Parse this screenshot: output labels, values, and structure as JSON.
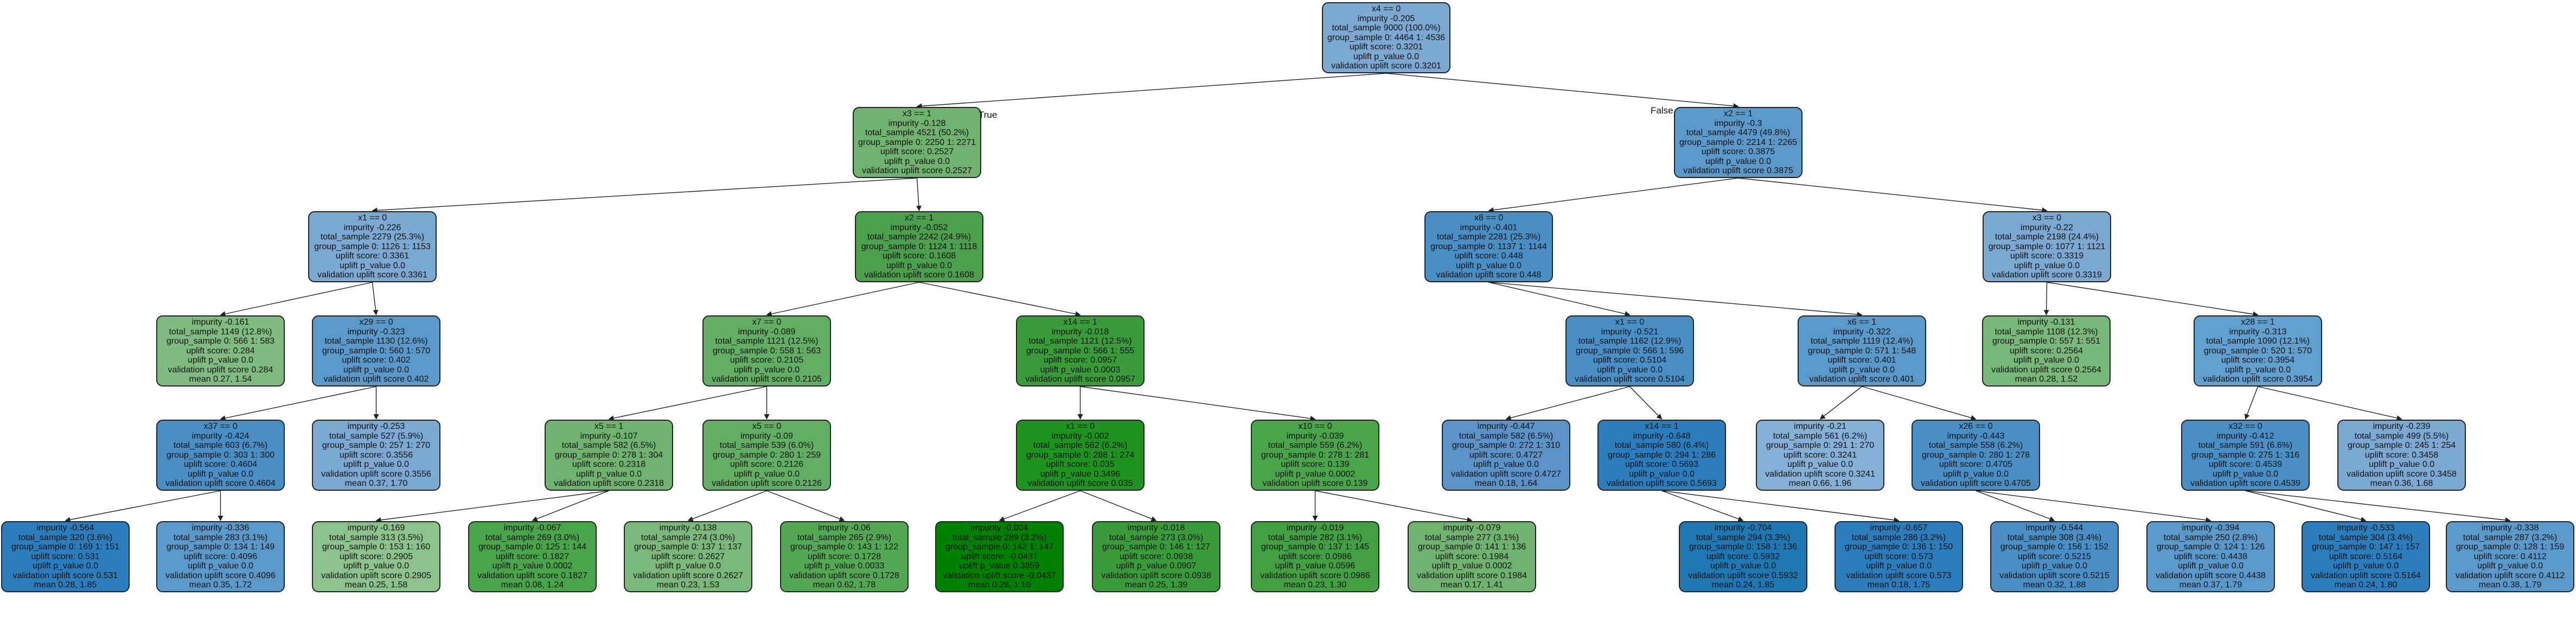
{
  "edge_labels": {
    "true": "True",
    "false": "False"
  },
  "nodes": [
    {
      "id": "n0",
      "color": "#7ba9d2",
      "lines": [
        "x4 == 0",
        "impurity -0.205",
        "total_sample 9000 (100.0%)",
        "group_sample  0: 4464 1: 4536",
        "uplift score: 0.3201",
        "uplift p_value 0.0",
        "validation uplift score 0.3201"
      ]
    },
    {
      "id": "n1",
      "color": "#6fb36f",
      "lines": [
        "x3 == 1",
        "impurity -0.128",
        "total_sample 4521 (50.2%)",
        "group_sample  0: 2250 1: 2271",
        "uplift score: 0.2527",
        "uplift p_value 0.0",
        "validation uplift score 0.2527"
      ]
    },
    {
      "id": "n2",
      "color": "#5b99cb",
      "lines": [
        "x2 == 1",
        "impurity -0.3",
        "total_sample 4479 (49.8%)",
        "group_sample  0: 2214 1: 2265",
        "uplift score: 0.3875",
        "uplift p_value 0.0",
        "validation uplift score 0.3875"
      ]
    },
    {
      "id": "n3",
      "color": "#7ba9d2",
      "lines": [
        "x1 == 0",
        "impurity -0.226",
        "total_sample 2279 (25.3%)",
        "group_sample  0: 1126 1: 1153",
        "uplift score: 0.3361",
        "uplift p_value 0.0",
        "validation uplift score 0.3361"
      ]
    },
    {
      "id": "n4",
      "color": "#4c9f4c",
      "lines": [
        "x2 == 1",
        "impurity -0.052",
        "total_sample 2242 (24.9%)",
        "group_sample  0: 1124 1: 1118",
        "uplift score: 0.1608",
        "uplift p_value 0.0",
        "validation uplift score 0.1608"
      ]
    },
    {
      "id": "n5",
      "color": "#4a8ec6",
      "lines": [
        "x8 == 0",
        "impurity -0.401",
        "total_sample 2281 (25.3%)",
        "group_sample  0: 1137 1: 1144",
        "uplift score: 0.448",
        "uplift p_value 0.0",
        "validation uplift score 0.448"
      ]
    },
    {
      "id": "n6",
      "color": "#7ba9d2",
      "lines": [
        "x3 == 0",
        "impurity -0.22",
        "total_sample 2198 (24.4%)",
        "group_sample  0: 1077 1: 1121",
        "uplift score: 0.3319",
        "uplift p_value 0.0",
        "validation uplift score 0.3319"
      ]
    },
    {
      "id": "n7",
      "color": "#80bc80",
      "lines": [
        "impurity -0.161",
        "total_sample 1149 (12.8%)",
        "group_sample  0: 566 1: 583",
        "uplift score: 0.284",
        "uplift p_value 0.0",
        "validation uplift score 0.284",
        "mean 0.27, 1.54"
      ]
    },
    {
      "id": "n8",
      "color": "#5b99cb",
      "lines": [
        "x29 == 0",
        "impurity -0.323",
        "total_sample 1130 (12.6%)",
        "group_sample  0: 560 1: 570",
        "uplift score: 0.402",
        "uplift p_value 0.0",
        "validation uplift score 0.402"
      ]
    },
    {
      "id": "n9",
      "color": "#62ae62",
      "lines": [
        "x7 == 0",
        "impurity -0.089",
        "total_sample 1121 (12.5%)",
        "group_sample  0: 558 1: 563",
        "uplift score: 0.2105",
        "uplift p_value 0.0",
        "validation uplift score 0.2105"
      ]
    },
    {
      "id": "n10",
      "color": "#3a9b3a",
      "lines": [
        "x14 == 1",
        "impurity -0.018",
        "total_sample 1121 (12.5%)",
        "group_sample  0: 566 1: 555",
        "uplift score: 0.0957",
        "uplift p_value 0.0003",
        "validation uplift score 0.0957"
      ]
    },
    {
      "id": "n11",
      "color": "#4a8ec6",
      "lines": [
        "x1 == 0",
        "impurity -0.521",
        "total_sample 1162 (12.9%)",
        "group_sample  0: 566 1: 596",
        "uplift score: 0.5104",
        "uplift p_value 0.0",
        "validation uplift score 0.5104"
      ]
    },
    {
      "id": "n12",
      "color": "#5b99cb",
      "lines": [
        "x6 == 1",
        "impurity -0.322",
        "total_sample 1119 (12.4%)",
        "group_sample  0: 571 1: 548",
        "uplift score: 0.401",
        "uplift p_value 0.0",
        "validation uplift score 0.401"
      ]
    },
    {
      "id": "n13",
      "color": "#78b878",
      "lines": [
        "impurity -0.131",
        "total_sample 1108 (12.3%)",
        "group_sample  0: 557 1: 551",
        "uplift score: 0.2564",
        "uplift p_value 0.0",
        "validation uplift score 0.2564",
        "mean 0.28, 1.52"
      ]
    },
    {
      "id": "n14",
      "color": "#62a0cf",
      "lines": [
        "x28 == 1",
        "impurity -0.313",
        "total_sample 1090 (12.1%)",
        "group_sample  0: 520 1: 570",
        "uplift score: 0.3954",
        "uplift p_value 0.0",
        "validation uplift score 0.3954"
      ]
    },
    {
      "id": "n15",
      "color": "#4a8ec6",
      "lines": [
        "x37 == 0",
        "impurity -0.424",
        "total_sample 603 (6.7%)",
        "group_sample  0: 303 1: 300",
        "uplift score: 0.4604",
        "uplift p_value 0.0",
        "validation uplift score 0.4604"
      ]
    },
    {
      "id": "n16",
      "color": "#7ba9d2",
      "lines": [
        "impurity -0.253",
        "total_sample 527 (5.9%)",
        "group_sample  0: 257 1: 270",
        "uplift score: 0.3556",
        "uplift p_value 0.0",
        "validation uplift score 0.3556",
        "mean 0.37, 1.70"
      ]
    },
    {
      "id": "n17",
      "color": "#6fb36f",
      "lines": [
        "x5 == 1",
        "impurity -0.107",
        "total_sample 582 (6.5%)",
        "group_sample  0: 278 1: 304",
        "uplift score: 0.2318",
        "uplift p_value 0.0",
        "validation uplift score 0.2318"
      ]
    },
    {
      "id": "n18",
      "color": "#62ae62",
      "lines": [
        "x5 == 0",
        "impurity -0.09",
        "total_sample 539 (6.0%)",
        "group_sample  0: 280 1: 259",
        "uplift score: 0.2126",
        "uplift p_value 0.0",
        "validation uplift score 0.2126"
      ]
    },
    {
      "id": "n19",
      "color": "#1f931f",
      "lines": [
        "x1 == 0",
        "impurity -0.002",
        "total_sample 562 (6.2%)",
        "group_sample  0: 288 1: 274",
        "uplift score: 0.035",
        "uplift p_value 0.3496",
        "validation uplift score 0.035"
      ]
    },
    {
      "id": "n20",
      "color": "#4aa44a",
      "lines": [
        "x10 == 0",
        "impurity -0.039",
        "total_sample 559 (6.2%)",
        "group_sample  0: 278 1: 281",
        "uplift score: 0.139",
        "uplift p_value 0.0002",
        "validation uplift score 0.139"
      ]
    },
    {
      "id": "n21",
      "color": "#5b93c8",
      "lines": [
        "impurity -0.447",
        "total_sample 582 (6.5%)",
        "group_sample  0: 272 1: 310",
        "uplift score: 0.4727",
        "uplift p_value 0.0",
        "validation uplift score 0.4727",
        "mean 0.18, 1.64"
      ]
    },
    {
      "id": "n22",
      "color": "#2b7dbd",
      "lines": [
        "x14 == 1",
        "impurity -0.648",
        "total_sample 580 (6.4%)",
        "group_sample  0: 294 1: 286",
        "uplift score: 0.5693",
        "uplift p_value 0.0",
        "validation uplift score 0.5693"
      ]
    },
    {
      "id": "n23",
      "color": "#86b1d6",
      "lines": [
        "impurity -0.21",
        "total_sample 561 (6.2%)",
        "group_sample  0: 291 1: 270",
        "uplift score: 0.3241",
        "uplift p_value 0.0",
        "validation uplift score 0.3241",
        "mean 0.66, 1.96"
      ]
    },
    {
      "id": "n24",
      "color": "#4a8ec6",
      "lines": [
        "x26 == 0",
        "impurity -0.443",
        "total_sample 558 (6.2%)",
        "group_sample  0: 280 1: 278",
        "uplift score: 0.4705",
        "uplift p_value 0.0",
        "validation uplift score 0.4705"
      ]
    },
    {
      "id": "n25",
      "color": "#4a8ec6",
      "lines": [
        "x32 == 0",
        "impurity -0.412",
        "total_sample 591 (6.6%)",
        "group_sample  0: 275 1: 316",
        "uplift score: 0.4539",
        "uplift p_value 0.0",
        "validation uplift score 0.4539"
      ]
    },
    {
      "id": "n26",
      "color": "#7ba9d2",
      "lines": [
        "impurity -0.239",
        "total_sample 499 (5.5%)",
        "group_sample  0: 245 1: 254",
        "uplift score: 0.3458",
        "uplift p_value 0.0",
        "validation uplift score 0.3458",
        "mean 0.36, 1.68"
      ]
    },
    {
      "id": "n27",
      "color": "#2b7dbd",
      "lines": [
        "impurity -0.564",
        "total_sample 320 (3.6%)",
        "group_sample  0: 169 1: 151",
        "uplift score: 0.531",
        "uplift p_value 0.0",
        "validation uplift score 0.531",
        "mean 0.28, 1.85"
      ]
    },
    {
      "id": "n28",
      "color": "#5b99cb",
      "lines": [
        "impurity -0.336",
        "total_sample 283 (3.1%)",
        "group_sample  0: 134 1: 149",
        "uplift score: 0.4096",
        "uplift p_value 0.0",
        "validation uplift score 0.4096",
        "mean 0.35, 1.72"
      ]
    },
    {
      "id": "n29",
      "color": "#8cc38c",
      "lines": [
        "impurity -0.169",
        "total_sample 313 (3.5%)",
        "group_sample  0: 153 1: 160",
        "uplift score: 0.2905",
        "uplift p_value 0.0",
        "validation uplift score 0.2905",
        "mean 0.25, 1.58"
      ]
    },
    {
      "id": "n30",
      "color": "#4aa44a",
      "lines": [
        "impurity -0.067",
        "total_sample 269 (3.0%)",
        "group_sample  0: 125 1: 144",
        "uplift score: 0.1827",
        "uplift p_value 0.0002",
        "validation uplift score 0.1827",
        "mean 0.08, 1.24"
      ]
    },
    {
      "id": "n31",
      "color": "#7ab97a",
      "lines": [
        "impurity -0.138",
        "total_sample 274 (3.0%)",
        "group_sample  0: 137 1: 137",
        "uplift score: 0.2627",
        "uplift p_value 0.0",
        "validation uplift score 0.2627",
        "mean 0.23, 1.53"
      ]
    },
    {
      "id": "n32",
      "color": "#54a854",
      "lines": [
        "impurity -0.06",
        "total_sample 265 (2.9%)",
        "group_sample  0: 143 1: 122",
        "uplift score: 0.1728",
        "uplift p_value 0.0033",
        "validation uplift score 0.1728",
        "mean 0.62, 1.78"
      ]
    },
    {
      "id": "n33",
      "color": "#008000",
      "lines": [
        "impurity -0.004",
        "total_sample 289 (3.2%)",
        "group_sample  0: 142 1: 147",
        "uplift score: -0.0437",
        "uplift p_value 0.3859",
        "validation uplift score -0.0437",
        "mean 0.28, 1.10"
      ]
    },
    {
      "id": "n34",
      "color": "#3a9b3a",
      "lines": [
        "impurity -0.018",
        "total_sample 273 (3.0%)",
        "group_sample  0: 146 1: 127",
        "uplift score: 0.0938",
        "uplift p_value 0.0907",
        "validation uplift score 0.0938",
        "mean 0.25, 1.39"
      ]
    },
    {
      "id": "n35",
      "color": "#42a042",
      "lines": [
        "impurity -0.019",
        "total_sample 282 (3.1%)",
        "group_sample  0: 137 1: 145",
        "uplift score: 0.0986",
        "uplift p_value 0.0596",
        "validation uplift score 0.0986",
        "mean 0.23, 1.30"
      ]
    },
    {
      "id": "n36",
      "color": "#6fb36f",
      "lines": [
        "impurity -0.079",
        "total_sample 277 (3.1%)",
        "group_sample  0: 141 1: 136",
        "uplift score: 0.1984",
        "uplift p_value 0.0002",
        "validation uplift score 0.1984",
        "mean 0.17, 1.41"
      ]
    },
    {
      "id": "n37",
      "color": "#1f77b4",
      "lines": [
        "impurity -0.704",
        "total_sample 294 (3.3%)",
        "group_sample  0: 158 1: 136",
        "uplift score: 0.5932",
        "uplift p_value 0.0",
        "validation uplift score 0.5932",
        "mean 0.24, 1.85"
      ]
    },
    {
      "id": "n38",
      "color": "#2b7dbd",
      "lines": [
        "impurity -0.657",
        "total_sample 286 (3.2%)",
        "group_sample  0: 136 1: 150",
        "uplift score: 0.573",
        "uplift p_value 0.0",
        "validation uplift score 0.573",
        "mean 0.18, 1.75"
      ]
    },
    {
      "id": "n39",
      "color": "#4a8ec6",
      "lines": [
        "impurity -0.544",
        "total_sample 308 (3.4%)",
        "group_sample  0: 156 1: 152",
        "uplift score: 0.5215",
        "uplift p_value 0.0",
        "validation uplift score 0.5215",
        "mean 0.32, 1.88"
      ]
    },
    {
      "id": "n40",
      "color": "#5b99cb",
      "lines": [
        "impurity -0.394",
        "total_sample 250 (2.8%)",
        "group_sample  0: 124 1: 126",
        "uplift score: 0.4438",
        "uplift p_value 0.0",
        "validation uplift score 0.4438",
        "mean 0.37, 1.79"
      ]
    },
    {
      "id": "n41",
      "color": "#2b7dbd",
      "lines": [
        "impurity -0.533",
        "total_sample 304 (3.4%)",
        "group_sample  0: 147 1: 157",
        "uplift score: 0.5164",
        "uplift p_value 0.0",
        "validation uplift score 0.5164",
        "mean 0.24, 1.80"
      ]
    },
    {
      "id": "n42",
      "color": "#5b99cb",
      "lines": [
        "impurity -0.338",
        "total_sample 287 (3.2%)",
        "group_sample  0: 128 1: 159",
        "uplift score: 0.4112",
        "uplift p_value 0.0",
        "validation uplift score 0.4112",
        "mean 0.38, 1.79"
      ]
    }
  ],
  "edges": [
    [
      "n0",
      "n1"
    ],
    [
      "n0",
      "n2"
    ],
    [
      "n1",
      "n3"
    ],
    [
      "n1",
      "n4"
    ],
    [
      "n2",
      "n5"
    ],
    [
      "n2",
      "n6"
    ],
    [
      "n3",
      "n7"
    ],
    [
      "n3",
      "n8"
    ],
    [
      "n4",
      "n9"
    ],
    [
      "n4",
      "n10"
    ],
    [
      "n5",
      "n11"
    ],
    [
      "n5",
      "n12"
    ],
    [
      "n6",
      "n13"
    ],
    [
      "n6",
      "n14"
    ],
    [
      "n8",
      "n15"
    ],
    [
      "n8",
      "n16"
    ],
    [
      "n9",
      "n17"
    ],
    [
      "n9",
      "n18"
    ],
    [
      "n10",
      "n19"
    ],
    [
      "n10",
      "n20"
    ],
    [
      "n11",
      "n21"
    ],
    [
      "n11",
      "n22"
    ],
    [
      "n12",
      "n23"
    ],
    [
      "n12",
      "n24"
    ],
    [
      "n14",
      "n25"
    ],
    [
      "n14",
      "n26"
    ],
    [
      "n15",
      "n27"
    ],
    [
      "n15",
      "n28"
    ],
    [
      "n17",
      "n29"
    ],
    [
      "n17",
      "n30"
    ],
    [
      "n18",
      "n31"
    ],
    [
      "n18",
      "n32"
    ],
    [
      "n19",
      "n33"
    ],
    [
      "n19",
      "n34"
    ],
    [
      "n20",
      "n35"
    ],
    [
      "n20",
      "n36"
    ],
    [
      "n22",
      "n37"
    ],
    [
      "n22",
      "n38"
    ],
    [
      "n24",
      "n39"
    ],
    [
      "n24",
      "n40"
    ],
    [
      "n25",
      "n41"
    ],
    [
      "n25",
      "n42"
    ]
  ]
}
